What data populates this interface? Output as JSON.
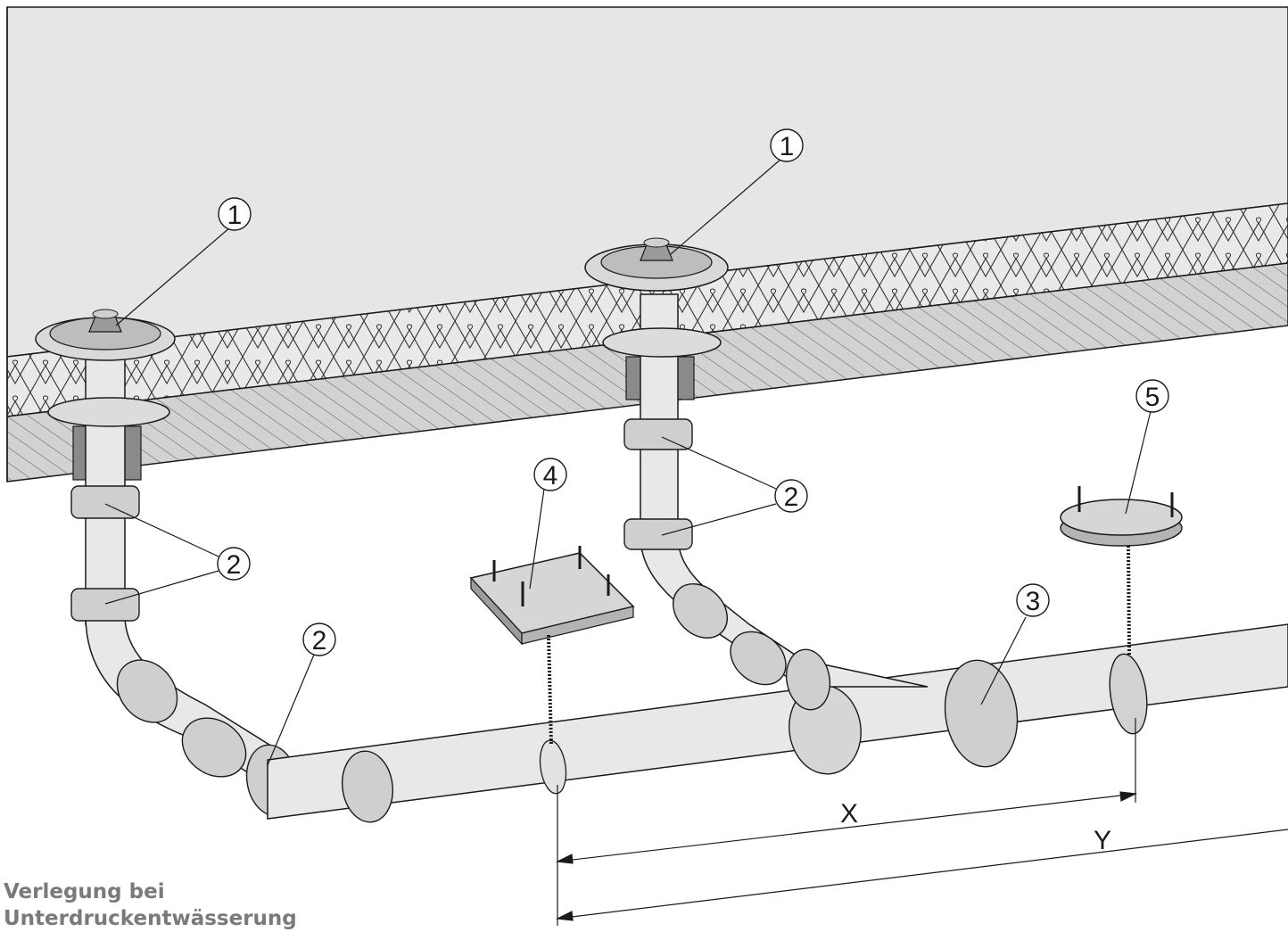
{
  "diagram": {
    "callouts": {
      "c1a": "1",
      "c1b": "1",
      "c2a": "2",
      "c2b": "2",
      "c2c": "2",
      "c3": "3",
      "c4": "4",
      "c5": "5"
    },
    "dimensions": {
      "x_label": "X",
      "y_label": "Y"
    },
    "colors": {
      "slab": "#e6e6e6",
      "concrete": "#d2d2d2",
      "pipe": "#e8e8e8",
      "outline": "#1a1a1a",
      "caption": "#7a7a7a"
    }
  },
  "caption": {
    "line1": "Verlegung bei",
    "line2": "Unterdruckentwässerung"
  }
}
